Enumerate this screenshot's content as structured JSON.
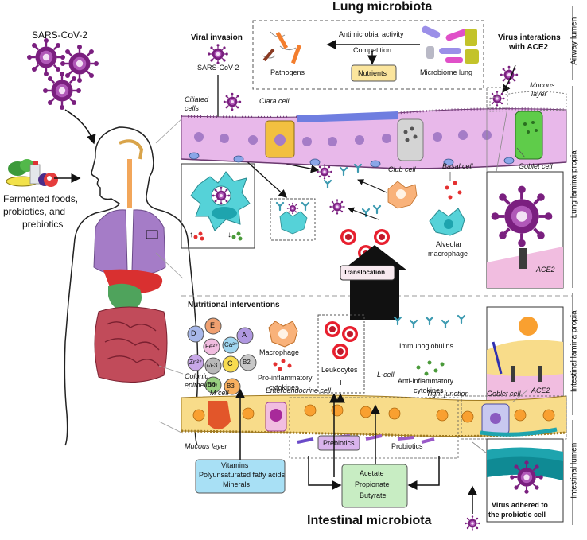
{
  "titles": {
    "lung": "Lung microbiota",
    "intestinal": "Intestinal microbiota"
  },
  "side_labels": {
    "airway_lumen": "Airway lumen",
    "lung_lamina_propia": "Lung lamina propia",
    "intestinal_lamina_propia": "Intestinal lamina propia",
    "intestinal_lumen": "Intestinal lumen"
  },
  "left_panel": {
    "virus_label": "SARS-CoV-2",
    "foods_line1": "Fermented foods,",
    "foods_line2": "probiotics, and",
    "foods_line3": "prebiotics"
  },
  "lung_top": {
    "antimicrobial": "Antimicrobial activity",
    "competition": "Competition",
    "pathogens": "Pathogens",
    "nutrients": "Nutrients",
    "microbiome_lung": "Microbiome lung",
    "viral_invasion": "Viral invasion",
    "sars_small": "SARS-CoV-2",
    "virus_interactions_1": "Virus interations",
    "virus_interactions_2": "with ACE2",
    "ciliated_1": "Ciliated",
    "ciliated_2": "cells",
    "clara": "Clara cell",
    "mucous_1": "Mucous",
    "mucous_2": "layer",
    "goblet": "Goblet cell",
    "club": "Club cell",
    "basal": "Basal cell",
    "alveolar_1": "Alveolar",
    "alveolar_2": "macrophage",
    "ace2": "ACE2",
    "up_arrow": "↑",
    "down_arrow": "↓",
    "translocation": "Translocation"
  },
  "intestine": {
    "nutritional": "Nutritional interventions",
    "nutrients": [
      "D",
      "E",
      "A",
      "Fe²⁺",
      "Ca²⁺",
      "Zn²⁺",
      "ω-3",
      "C",
      "B2",
      "B6",
      "B3"
    ],
    "macrophage": "Macrophage",
    "pro_1": "Pro-inflammatory",
    "pro_2": "cytokines",
    "leukocytes": "Leukocytes",
    "immunoglobulins": "Immunoglobulins",
    "anti_1": "Anti-inflammatory",
    "anti_2": "cytokines",
    "ace2": "ACE2",
    "colonic_1": "Colonic",
    "colonic_2": "epithelium",
    "m_cell": "M cell",
    "enteroendocrine": "Enteroendocrine cell",
    "l_cell": "L-cell",
    "tight_junction": "Tight junction",
    "goblet": "Goblet cell",
    "mucous": "Mucous layer",
    "prebiotics": "Prebiotics",
    "probiotics": "Probiotics",
    "vitamins": "Vitamins",
    "pufa": "Polyunsaturated fatty acids",
    "minerals": "Minerals",
    "acetate": "Acetate",
    "propionate": "Propionate",
    "butyrate": "Butyrate",
    "adhered_1": "Virus adhered to",
    "adhered_2": "the probiotic cell"
  },
  "colors": {
    "virus": "#7a1f7f",
    "cell_pink": "#e8b8ea",
    "cell_yellow": "#f8dc8a",
    "macrophage_cyan": "#55d2d8",
    "macrophage_orange": "#f9b27a",
    "blue_box": "#a8e0f5",
    "green_box": "#c8edc3",
    "purple_box": "#d9b3ec",
    "nutrient_box": "#fbe59d",
    "translocation_box": "#f7e9ef"
  }
}
